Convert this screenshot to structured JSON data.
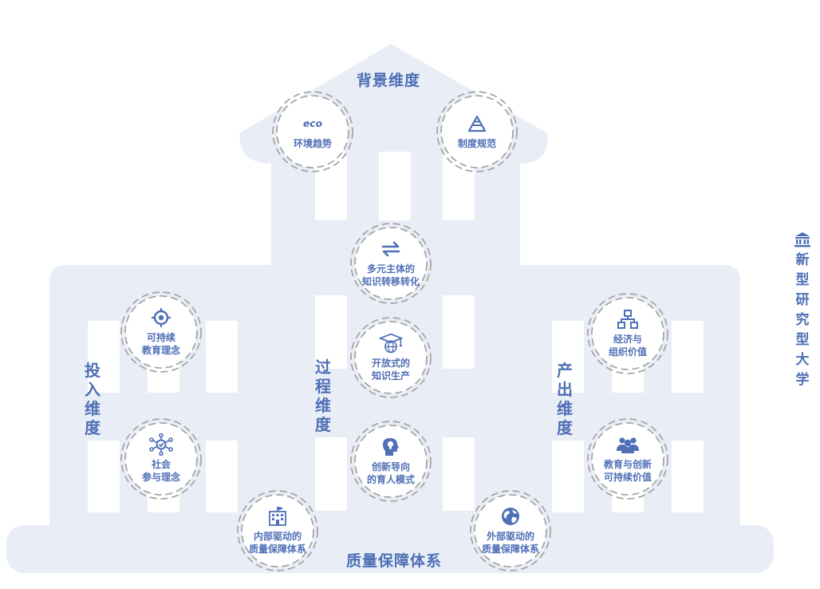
{
  "dimensions": {
    "background": "背景维度",
    "input": "投入维度",
    "process": "过程维度",
    "output": "产出维度",
    "quality": "质量保障体系"
  },
  "nodes": {
    "environment_trend": {
      "icon": "eco-icon",
      "line1": "环境趋势",
      "line2": ""
    },
    "institutional_norms": {
      "icon": "triangle-icon",
      "line1": "制度规范",
      "line2": ""
    },
    "knowledge_transfer": {
      "icon": "exchange-arrows-icon",
      "line1": "多元主体的",
      "line2": "知识转移转化"
    },
    "open_knowledge": {
      "icon": "graduation-globe-icon",
      "line1": "开放式的",
      "line2": "知识生产"
    },
    "innovation_model": {
      "icon": "head-bulb-icon",
      "line1": "创新导向",
      "line2": "的育人模式"
    },
    "sustainable_education": {
      "icon": "target-icon",
      "line1": "可持续",
      "line2": "教育理念"
    },
    "social_participation": {
      "icon": "network-icon",
      "line1": "社会",
      "line2": "参与理念"
    },
    "economic_value": {
      "icon": "org-chart-icon",
      "line1": "经济与",
      "line2": "组织价值"
    },
    "education_value": {
      "icon": "people-icon",
      "line1": "教育与创新",
      "line2": "可持续价值"
    },
    "internal_qa": {
      "icon": "building-icon",
      "line1": "内部驱动的",
      "line2": "质量保障体系"
    },
    "external_qa": {
      "icon": "globe-icon",
      "line1": "外部驱动的",
      "line2": "质量保障体系"
    }
  },
  "side_title": {
    "icon": "university-building-icon",
    "text": [
      "新",
      "型",
      "研",
      "究",
      "型",
      "大",
      "学"
    ]
  },
  "colors": {
    "accent": "#4f6fb6",
    "building": "#e9eef6",
    "ring": "#a6a6a6"
  }
}
